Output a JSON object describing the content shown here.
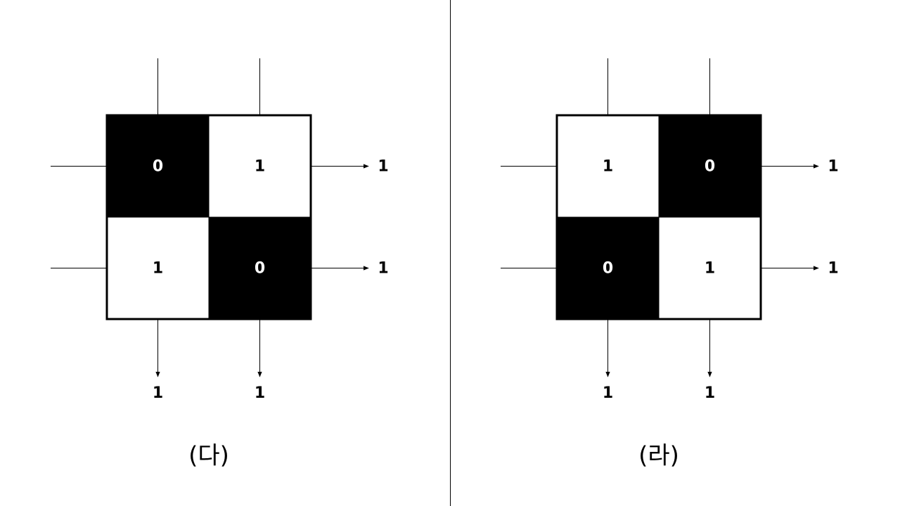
{
  "colors": {
    "dark": "#000000",
    "light": "#ffffff",
    "line": "#000000"
  },
  "panels": [
    {
      "caption": "(다)",
      "cells": [
        [
          "0",
          "1"
        ],
        [
          "1",
          "0"
        ]
      ],
      "dark_cells": [
        [
          true,
          false
        ],
        [
          false,
          true
        ]
      ],
      "row_outputs": [
        "1",
        "1"
      ],
      "col_outputs": [
        "1",
        "1"
      ]
    },
    {
      "caption": "(라)",
      "cells": [
        [
          "1",
          "0"
        ],
        [
          "0",
          "1"
        ]
      ],
      "dark_cells": [
        [
          false,
          true
        ],
        [
          true,
          false
        ]
      ],
      "row_outputs": [
        "1",
        "1"
      ],
      "col_outputs": [
        "1",
        "1"
      ]
    }
  ]
}
